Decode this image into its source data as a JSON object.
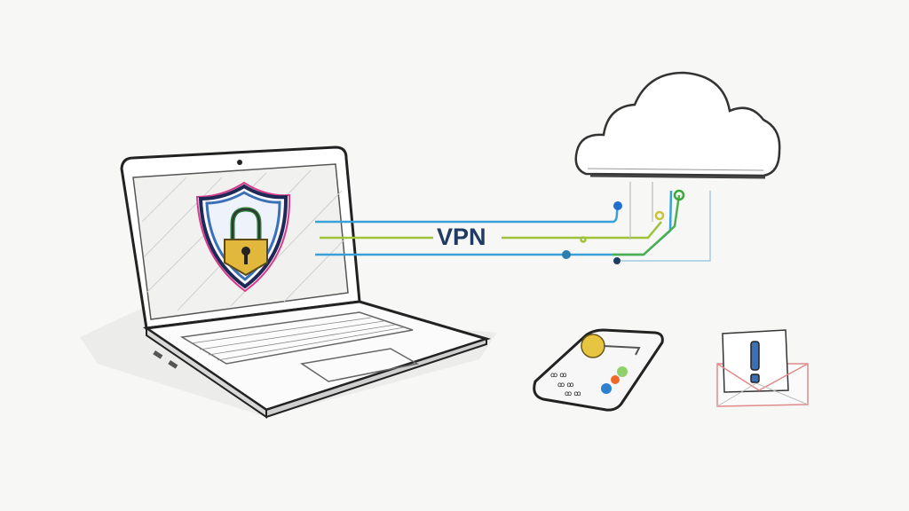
{
  "scene": {
    "title": "VPN secure connection illustration",
    "style": "pencil sketch",
    "background": "#f7f7f6"
  },
  "labels": {
    "vpn": "VPN"
  },
  "elements": {
    "laptop": {
      "icon": "shield-lock-icon",
      "shield_colors": [
        "#3b6fb6",
        "#d93a8c",
        "#e3c23a"
      ],
      "lock_color": "#e1b83c"
    },
    "cloud": {
      "icon": "cloud-icon"
    },
    "connection_lines": {
      "colors": [
        "#3aa0d8",
        "#9fc23a",
        "#4caf50"
      ]
    },
    "key_fob": {
      "icon": "key-fob-icon",
      "button_colors": [
        "#8fd16a",
        "#ef6a2a",
        "#2f7fd0"
      ]
    },
    "alert_envelope": {
      "icon": "alert-envelope-icon",
      "accent": "#e08a8a",
      "mark_color": "#3b6fb6"
    }
  },
  "colors": {
    "ink": "#2a2a2a",
    "vpn_text": "#1f3b63",
    "line_blue": "#3aa0d8",
    "line_green": "#9fc23a"
  }
}
